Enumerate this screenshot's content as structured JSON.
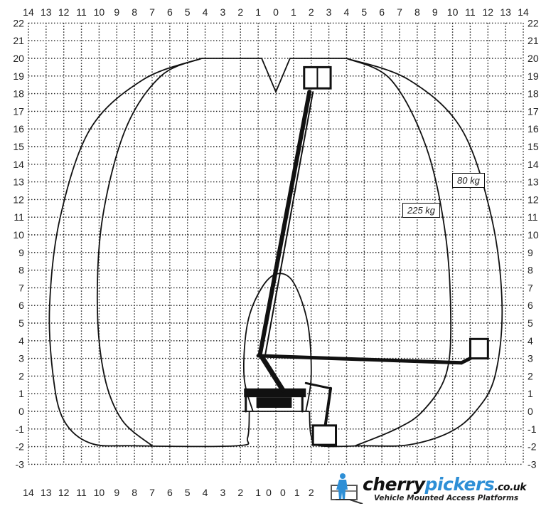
{
  "diagram": {
    "title": "Working range diagram",
    "x_labels_top": [
      "14",
      "13",
      "12",
      "11",
      "10",
      "9",
      "8",
      "7",
      "6",
      "5",
      "4",
      "3",
      "2",
      "1",
      "0",
      "1",
      "2",
      "3",
      "4",
      "5",
      "6",
      "7",
      "8",
      "9",
      "10",
      "11",
      "12",
      "13",
      "14"
    ],
    "x_labels_bottom": [
      "14",
      "13",
      "12",
      "11",
      "10",
      "9",
      "8",
      "7",
      "6",
      "5",
      "4",
      "3",
      "2",
      "1",
      "0",
      "0",
      "1",
      "2"
    ],
    "y_labels_left": [
      "22",
      "21",
      "20",
      "19",
      "18",
      "17",
      "16",
      "15",
      "14",
      "13",
      "12",
      "11",
      "10",
      "9",
      "8",
      "7",
      "6",
      "5",
      "4",
      "3",
      "2",
      "1",
      "0",
      "-1",
      "-2",
      "-3"
    ],
    "y_labels_right": [
      "22",
      "21",
      "20",
      "19",
      "18",
      "17",
      "16",
      "15",
      "14",
      "13",
      "12",
      "11",
      "10",
      "9",
      "8",
      "7",
      "6",
      "5",
      "4",
      "3",
      "2",
      "1",
      "0",
      "-1",
      "-2",
      "-3"
    ],
    "x_range": [
      -14,
      14
    ],
    "y_range": [
      -3,
      22
    ],
    "envelopes": [
      {
        "label": "80 kg"
      },
      {
        "label": "225 kg"
      }
    ]
  },
  "logo": {
    "brand_part1": "cherry",
    "brand_part2": "pickers",
    "brand_part3": ".co.uk",
    "tagline": "Vehicle Mounted Access Platforms",
    "accent_color": "#2e8fd6"
  }
}
